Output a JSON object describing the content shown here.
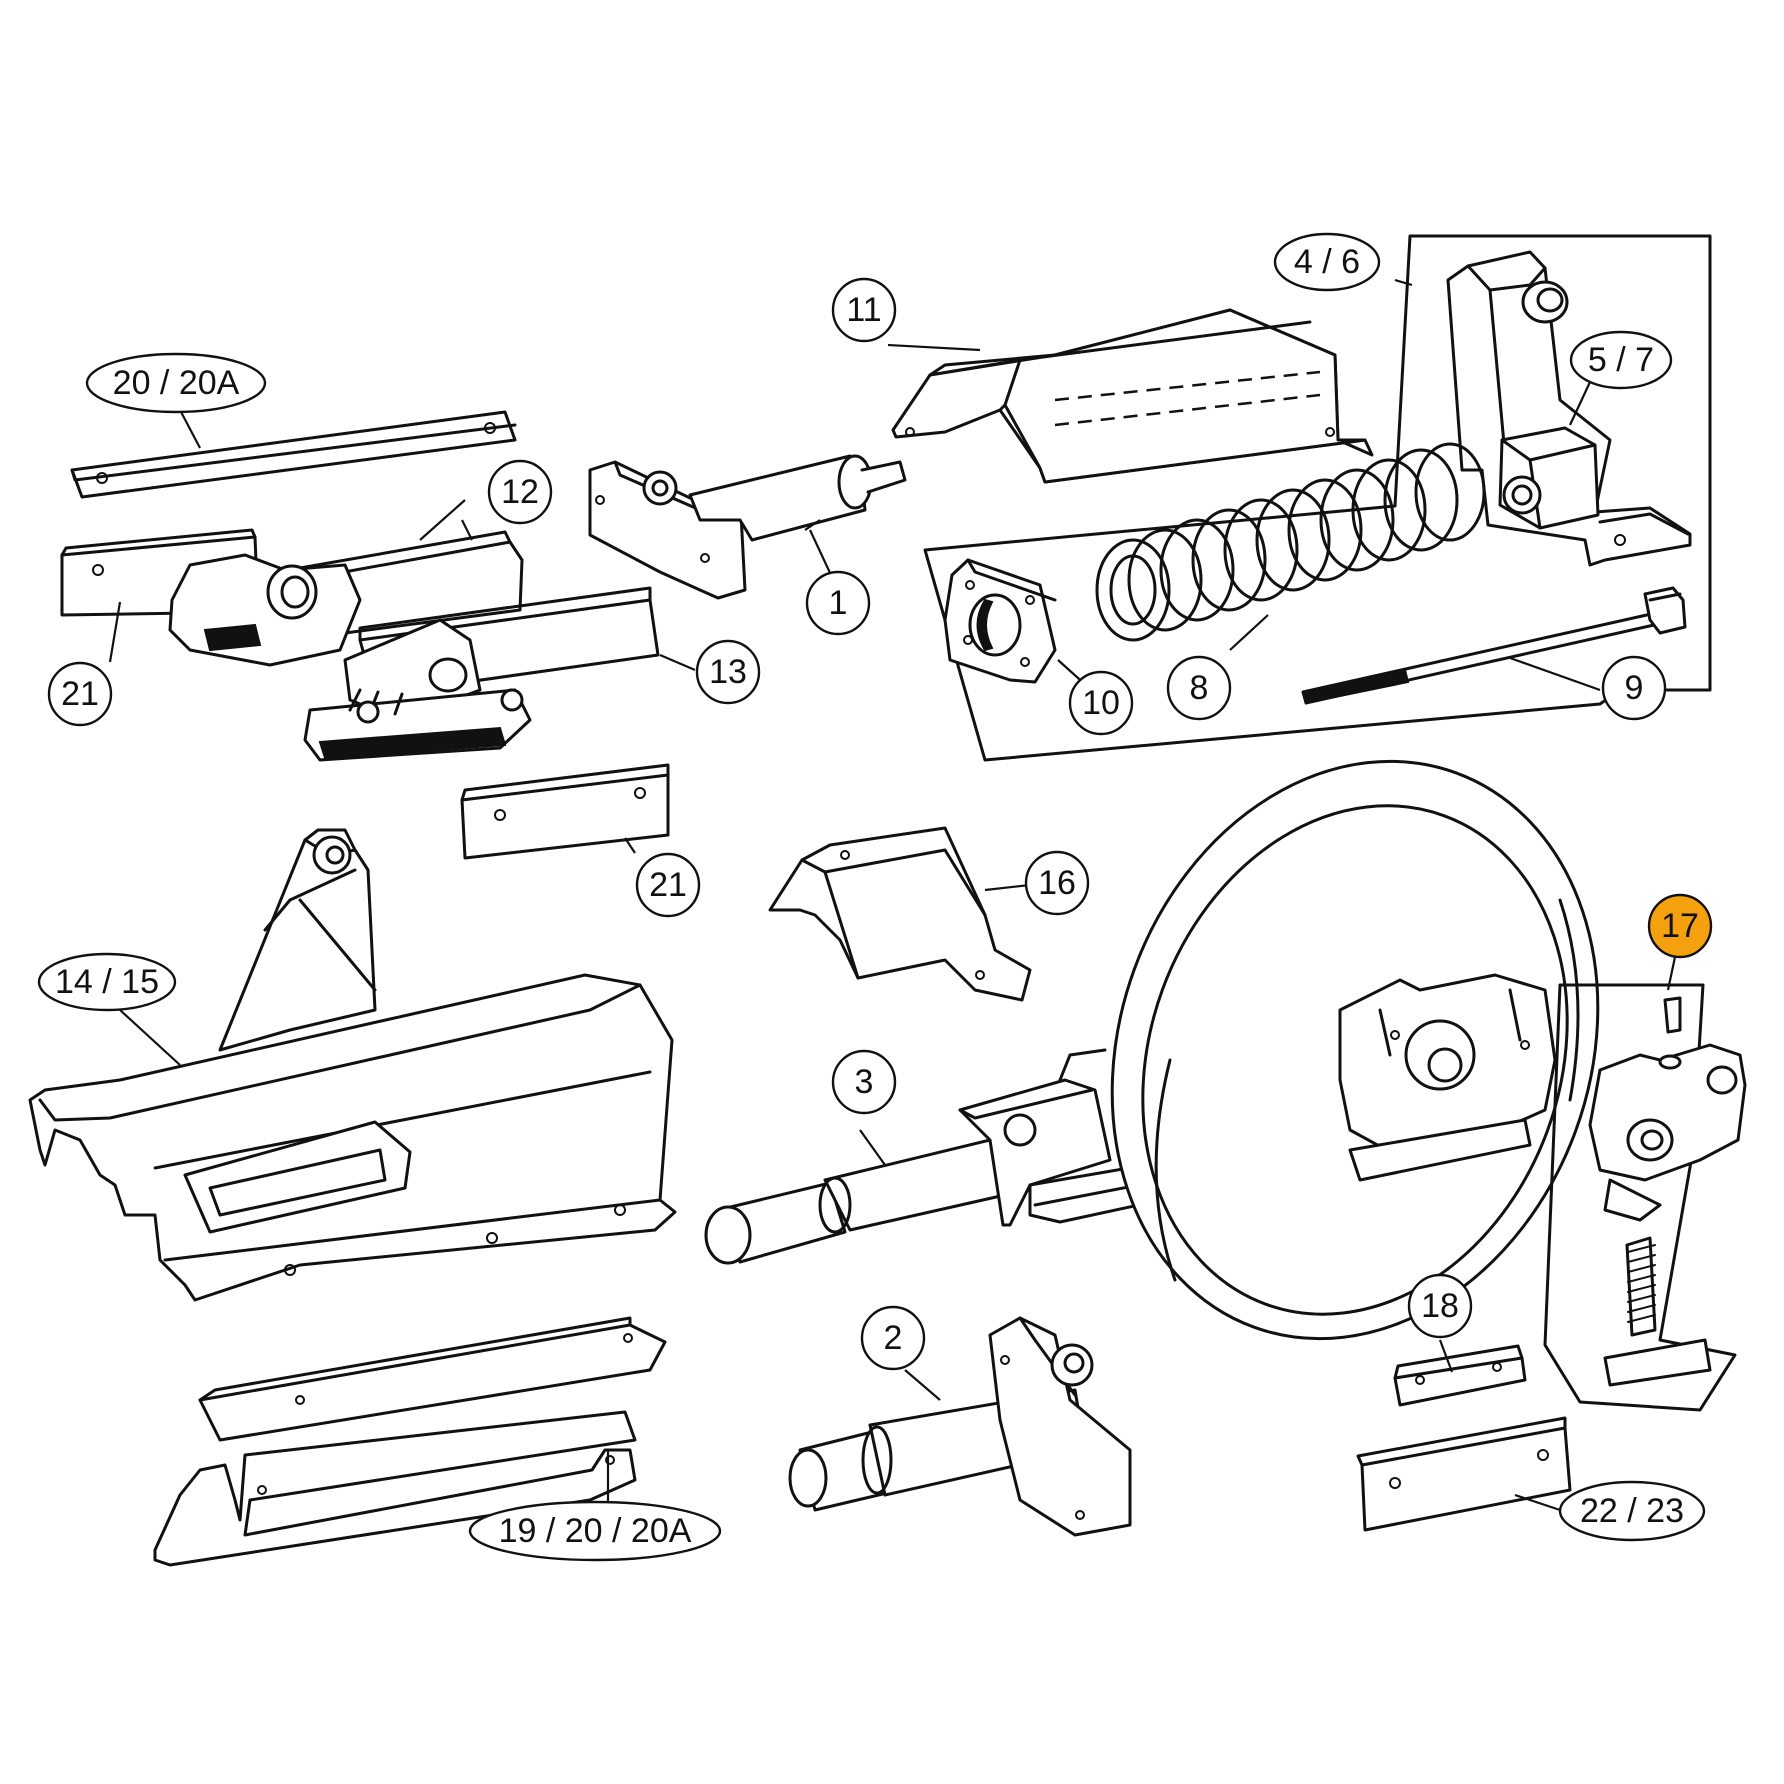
{
  "diagram": {
    "highlight_color": "#F5A00E",
    "callouts": [
      {
        "id": "c1",
        "label": "1"
      },
      {
        "id": "c2",
        "label": "2"
      },
      {
        "id": "c3",
        "label": "3"
      },
      {
        "id": "c46",
        "label": "4 / 6"
      },
      {
        "id": "c57",
        "label": "5 / 7"
      },
      {
        "id": "c8",
        "label": "8"
      },
      {
        "id": "c9",
        "label": "9"
      },
      {
        "id": "c10",
        "label": "10"
      },
      {
        "id": "c11",
        "label": "11"
      },
      {
        "id": "c12",
        "label": "12"
      },
      {
        "id": "c13",
        "label": "13"
      },
      {
        "id": "c1415",
        "label": "14 / 15"
      },
      {
        "id": "c16",
        "label": "16"
      },
      {
        "id": "c17",
        "label": "17",
        "highlighted": true
      },
      {
        "id": "c18",
        "label": "18"
      },
      {
        "id": "c192020a",
        "label": "19 / 20 / 20A"
      },
      {
        "id": "c2020a",
        "label": "20 / 20A"
      },
      {
        "id": "c21a",
        "label": "21"
      },
      {
        "id": "c21b",
        "label": "21"
      },
      {
        "id": "c2223",
        "label": "22 / 23"
      }
    ]
  }
}
